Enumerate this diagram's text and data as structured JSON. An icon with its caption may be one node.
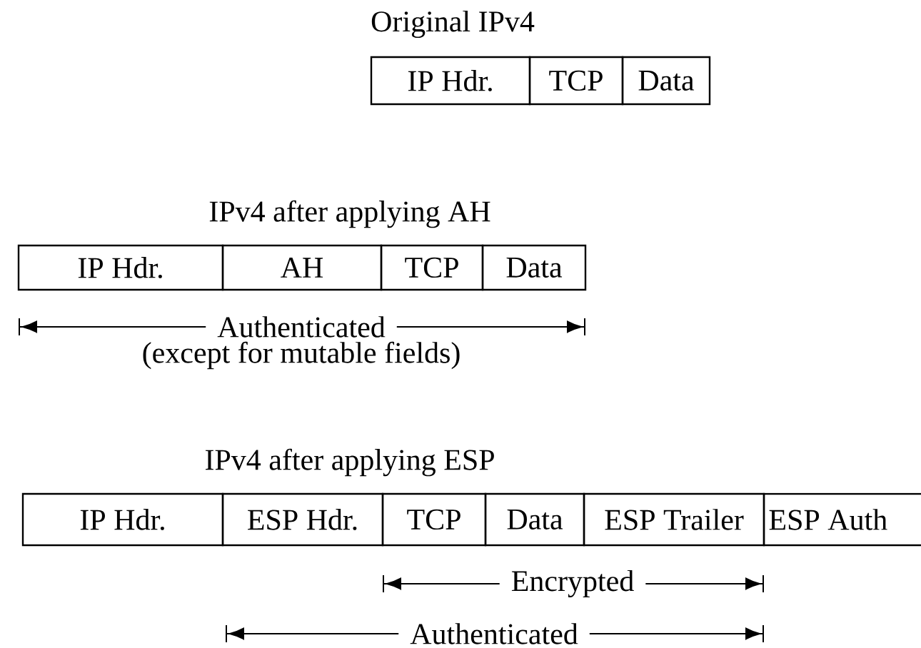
{
  "diagram": {
    "nodes": [
      {
        "text": [
          "IP Hdr."
        ]
      },
      {
        "text": [
          "TCP"
        ]
      },
      {
        "text": [
          "Data"
        ]
      },
      {
        "text": [
          "IP Hdr."
        ]
      },
      {
        "text": [
          "AH"
        ]
      },
      {
        "text": [
          "TCP"
        ]
      },
      {
        "text": [
          "Data"
        ]
      },
      {
        "text": [
          "IP Hdr."
        ]
      },
      {
        "text": [
          "ESP Hdr."
        ]
      },
      {
        "text": [
          "TCP"
        ]
      },
      {
        "text": [
          "Data"
        ]
      },
      {
        "text": [
          "ESP Trailer"
        ]
      },
      {
        "text": [
          "ESP Auth"
        ]
      }
    ],
    "labels": [
      "Original IPv4",
      "IPv4 after applying AH",
      "Authenticated",
      "(except for mutable fields)",
      "IPv4 after applying ESP",
      "Encrypted",
      "Authenticated"
    ]
  }
}
